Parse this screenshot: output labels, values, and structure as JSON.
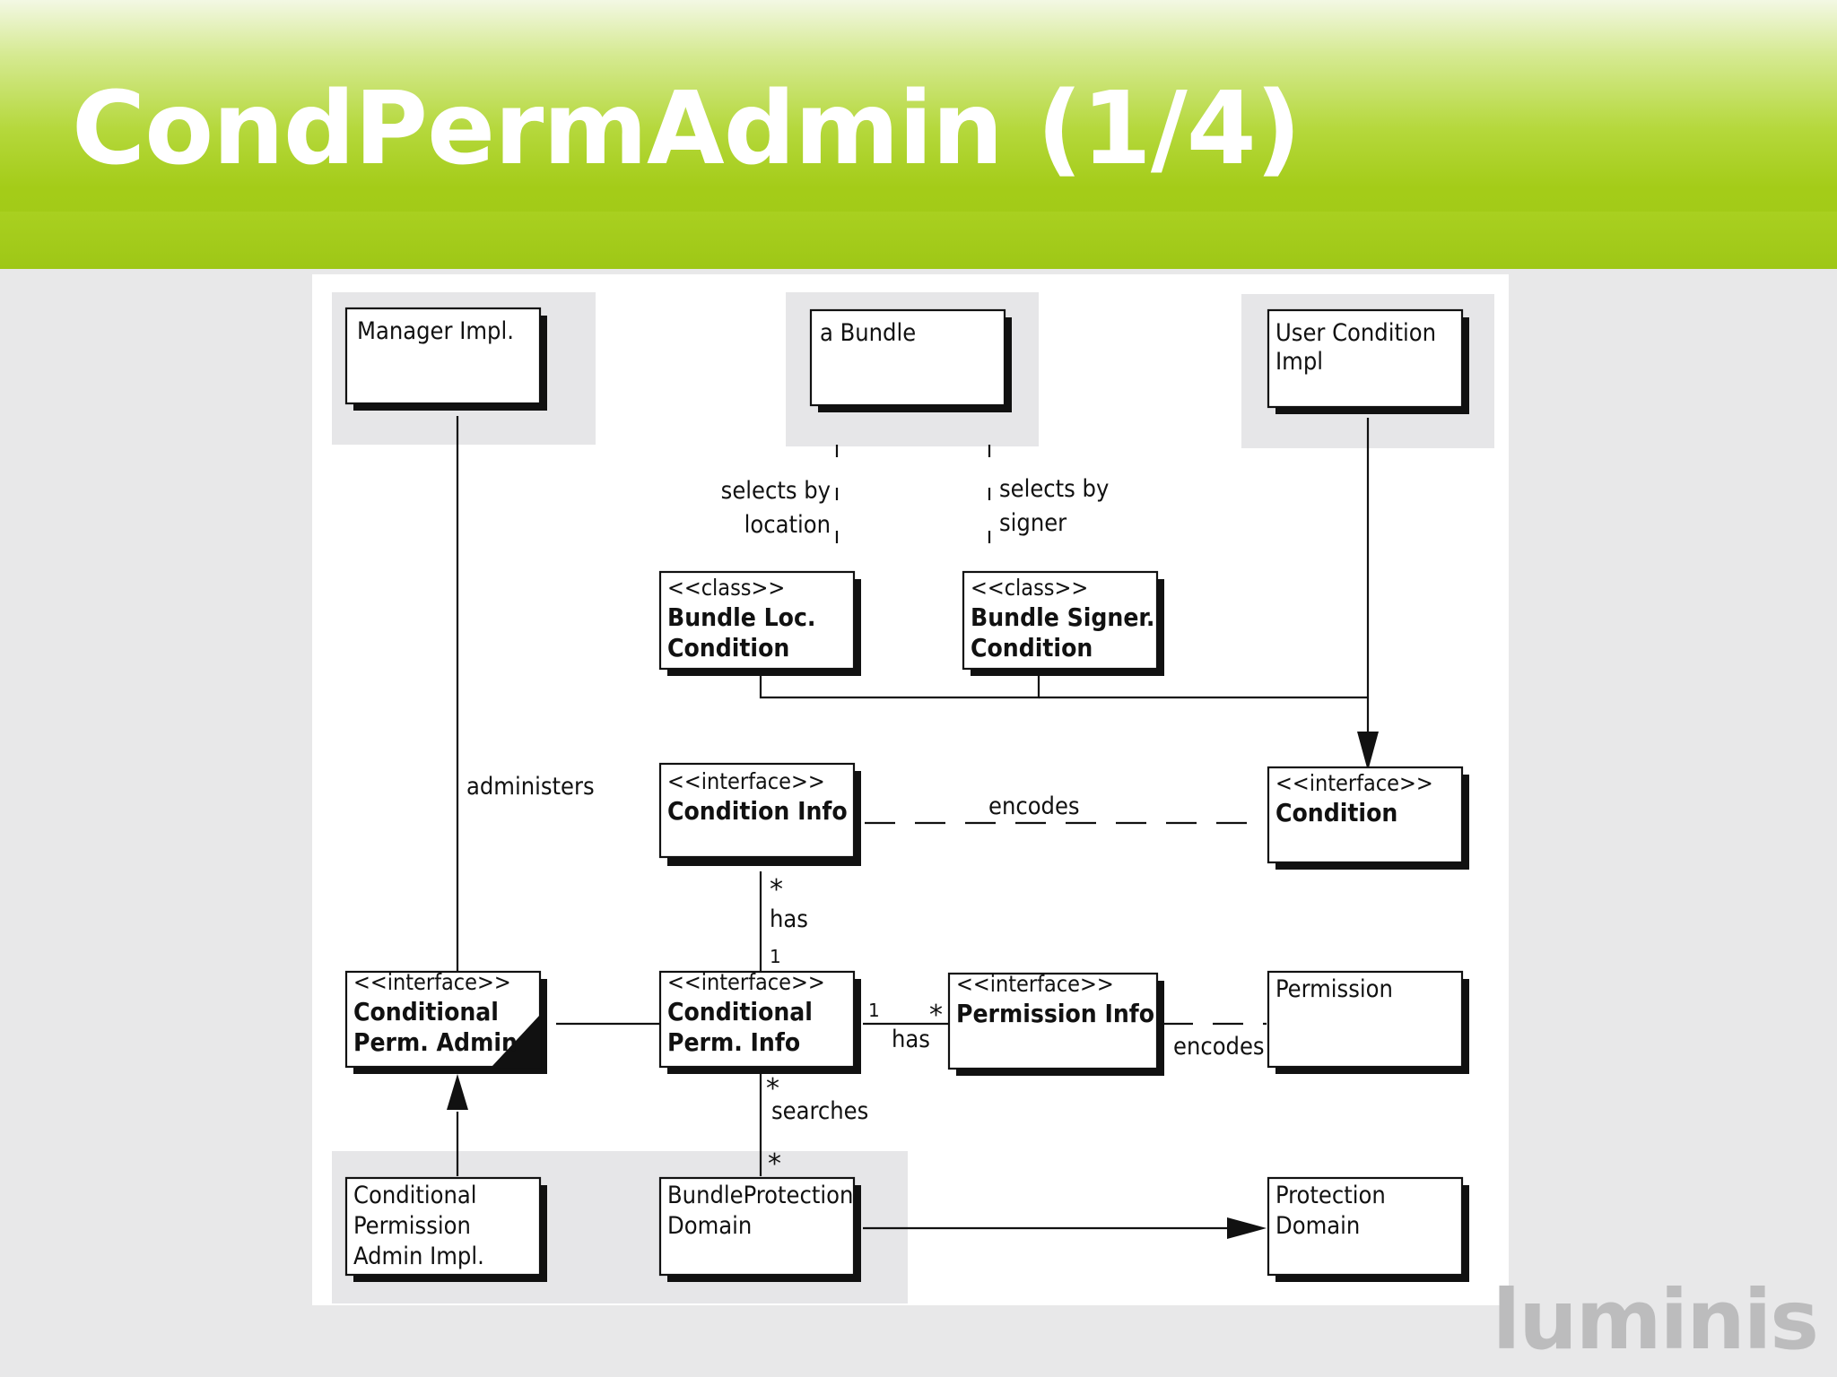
{
  "slide": {
    "title": "CondPermAdmin (1/4)",
    "brand": "luminis"
  },
  "colors": {
    "header_green": "#9fc816",
    "background": "#e8e8e9",
    "group_shade": "#e6e6e8",
    "line": "#111111"
  },
  "diagram": {
    "boxes": {
      "manager_impl": {
        "lines": [
          "Manager Impl."
        ]
      },
      "a_bundle": {
        "lines": [
          "a Bundle"
        ]
      },
      "user_condition_impl": {
        "lines": [
          "User Condition",
          "Impl"
        ]
      },
      "bundle_loc_condition": {
        "stereotype": "<<class>>",
        "lines": [
          "Bundle Loc.",
          "Condition"
        ]
      },
      "bundle_signer_condition": {
        "stereotype": "<<class>>",
        "lines": [
          "Bundle Signer.",
          "Condition"
        ]
      },
      "condition_info": {
        "stereotype": "<<interface>>",
        "lines": [
          "Condition Info"
        ]
      },
      "condition": {
        "stereotype": "<<interface>>",
        "lines": [
          "Condition"
        ]
      },
      "conditional_perm_admin": {
        "stereotype": "<<interface>>",
        "lines": [
          "Conditional",
          "Perm. Admin"
        ]
      },
      "conditional_perm_info": {
        "stereotype": "<<interface>>",
        "lines": [
          "Conditional",
          "Perm. Info"
        ]
      },
      "permission_info": {
        "stereotype": "<<interface>>",
        "lines": [
          "Permission Info"
        ]
      },
      "permission": {
        "lines": [
          "Permission"
        ]
      },
      "cond_perm_admin_impl": {
        "lines": [
          "Conditional",
          "Permission",
          "Admin Impl."
        ]
      },
      "bundle_protection_domain": {
        "lines": [
          "BundleProtection",
          "Domain"
        ]
      },
      "protection_domain": {
        "lines": [
          "Protection",
          "Domain"
        ]
      }
    },
    "edges": {
      "selects_by_location": [
        "selects by",
        "location"
      ],
      "selects_by_signer": [
        "selects by",
        "signer"
      ],
      "administers": "administers",
      "encodes_condition": "encodes",
      "has_condition_info": "has",
      "has_permission_info": "has",
      "encodes_permission": "encodes",
      "searches": "searches"
    },
    "multiplicities": {
      "condinfo_star": "*",
      "condpinfo_one_top": "1",
      "condpinfo_one_right": "1",
      "perminfo_star": "*",
      "searches_star_top": "*",
      "searches_star_bottom": "*"
    }
  }
}
